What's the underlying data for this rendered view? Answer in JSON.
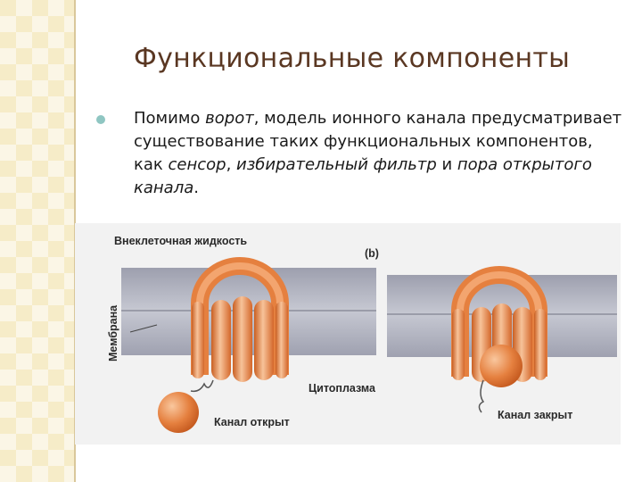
{
  "slide": {
    "title": "Функциональные компоненты",
    "paragraph": {
      "t1": "Помимо ",
      "i1": "ворот",
      "t2": ", модель ионного канала предусматривает существование таких функциональных компонентов, как ",
      "i2": "сенсор",
      "t3": ", ",
      "i3": "избирательный фильтр",
      "t4": " и ",
      "i4": "пора открытого канала",
      "t5": "."
    }
  },
  "figure": {
    "label_extracellular": "Внеклеточная жидкость",
    "label_membrane": "Мембрана",
    "label_panel_b": "(b)",
    "label_cytoplasm": "Цитоплазма",
    "label_open": "Канал открыт",
    "label_closed": "Канал закрыт"
  },
  "colors": {
    "title": "#5a3722",
    "bullet": "#8fc6c2",
    "membrane": "#aeb0bd",
    "channel": "#e5803f",
    "channel_highlight": "#f7c39a"
  }
}
